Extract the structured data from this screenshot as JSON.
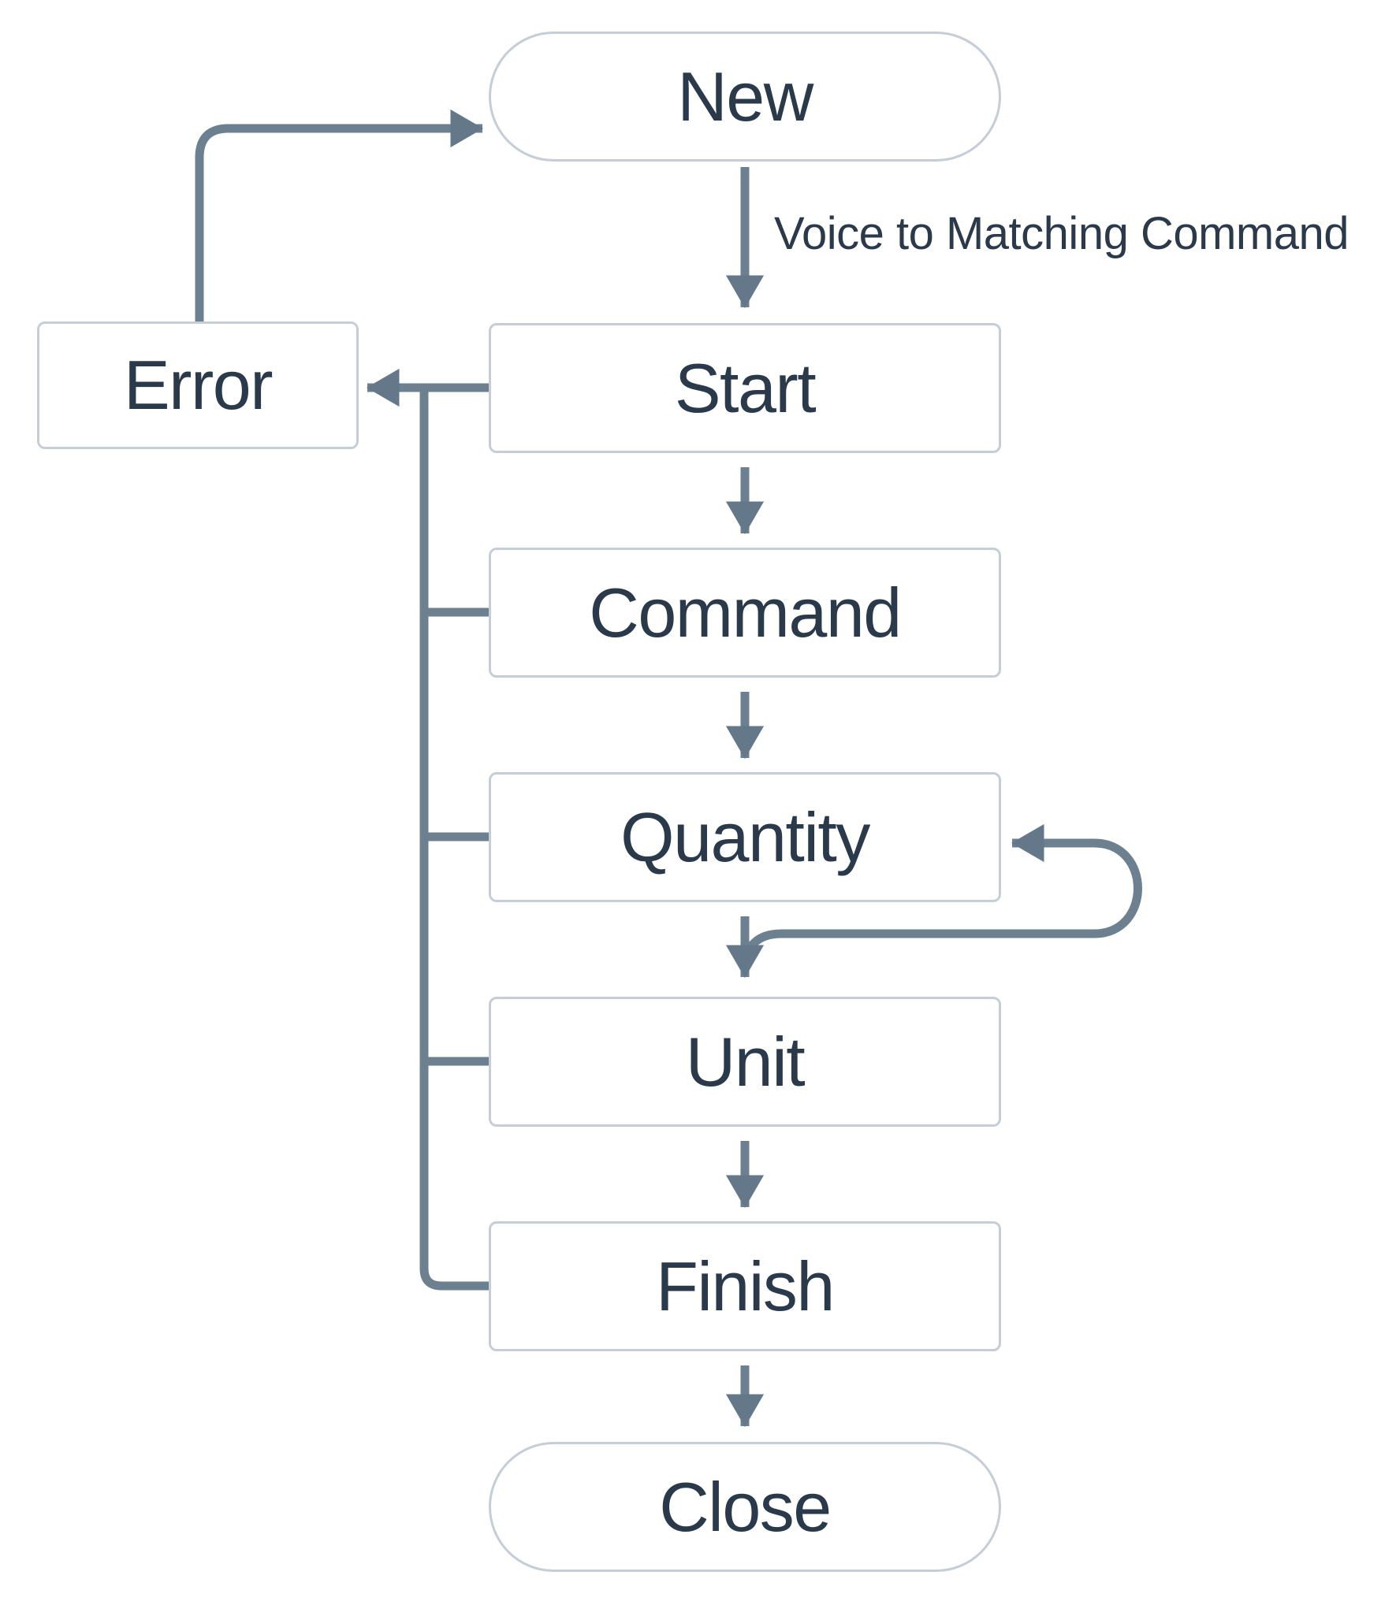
{
  "diagram": {
    "type": "flowchart",
    "nodes": {
      "new": {
        "label": "New",
        "shape": "stadium"
      },
      "start": {
        "label": "Start",
        "shape": "rect"
      },
      "command": {
        "label": "Command",
        "shape": "rect"
      },
      "quantity": {
        "label": "Quantity",
        "shape": "rect"
      },
      "unit": {
        "label": "Unit",
        "shape": "rect"
      },
      "finish": {
        "label": "Finish",
        "shape": "rect"
      },
      "close": {
        "label": "Close",
        "shape": "stadium"
      },
      "error": {
        "label": "Error",
        "shape": "rect"
      }
    },
    "edges": [
      {
        "from": "New",
        "to": "Start",
        "label": "Voice to Matching Command"
      },
      {
        "from": "Start",
        "to": "Command"
      },
      {
        "from": "Command",
        "to": "Quantity"
      },
      {
        "from": "Quantity",
        "to": "Quantity",
        "note": "self-loop on right side"
      },
      {
        "from": "Quantity",
        "to": "Unit"
      },
      {
        "from": "Unit",
        "to": "Finish"
      },
      {
        "from": "Finish",
        "to": "Close"
      },
      {
        "from": "Start",
        "to": "Error"
      },
      {
        "from": "Command",
        "to": "Error"
      },
      {
        "from": "Quantity",
        "to": "Error"
      },
      {
        "from": "Unit",
        "to": "Error"
      },
      {
        "from": "Finish",
        "to": "Error"
      },
      {
        "from": "Error",
        "to": "New"
      }
    ],
    "colors": {
      "line": "#6d8090",
      "arrowhead": "#64788a",
      "node_border": "#c5ced7",
      "node_fill": "#ffffff",
      "text": "#2b3a4a",
      "background": "#ffffff"
    }
  }
}
